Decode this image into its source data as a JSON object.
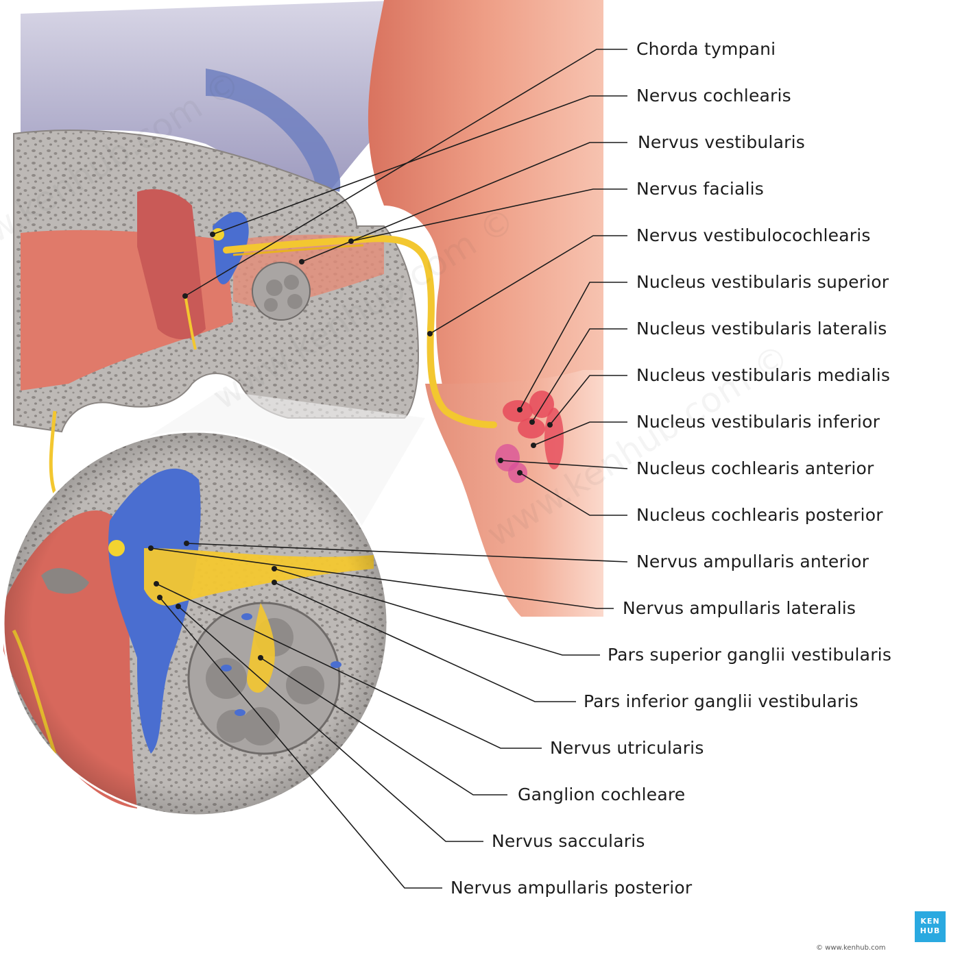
{
  "labels": [
    "Chorda tympani",
    "Nervus cochlearis",
    "Nervus vestibularis",
    "Nervus facialis",
    "Nervus vestibulocochlearis",
    "Nucleus vestibularis superior",
    "Nucleus vestibularis lateralis",
    "Nucleus vestibularis medialis",
    "Nucleus vestibularis inferior",
    "Nucleus cochlearis anterior",
    "Nucleus cochlearis posterior",
    "Nervus ampullaris anterior",
    "Nervus ampullaris lateralis",
    "Pars superior ganglii vestibularis",
    "Pars inferior ganglii vestibularis",
    "Nervus utricularis",
    "Ganglion cochleare",
    "Nervus saccularis",
    "Nervus ampullaris posterior"
  ],
  "branding": {
    "logo_line1": "KEN",
    "logo_line2": "HUB",
    "copyright": "© www.kenhub.com",
    "watermark": "www.kenhub.com ©"
  },
  "colors": {
    "bone": "#b8b4b2",
    "bone_pores": "#8f8a87",
    "muscle": "#e88a74",
    "brainstem": "#f0a88f",
    "nerve": "#f3c730",
    "membranous_labyrinth": "#4a6ed0",
    "dura": "#b9b6d2",
    "nuclei_vestibular": "#e64a5a",
    "nuclei_cochlear": "#d9509a",
    "leader_line": "#1c1c1c",
    "logo": "#2aa9e0"
  }
}
